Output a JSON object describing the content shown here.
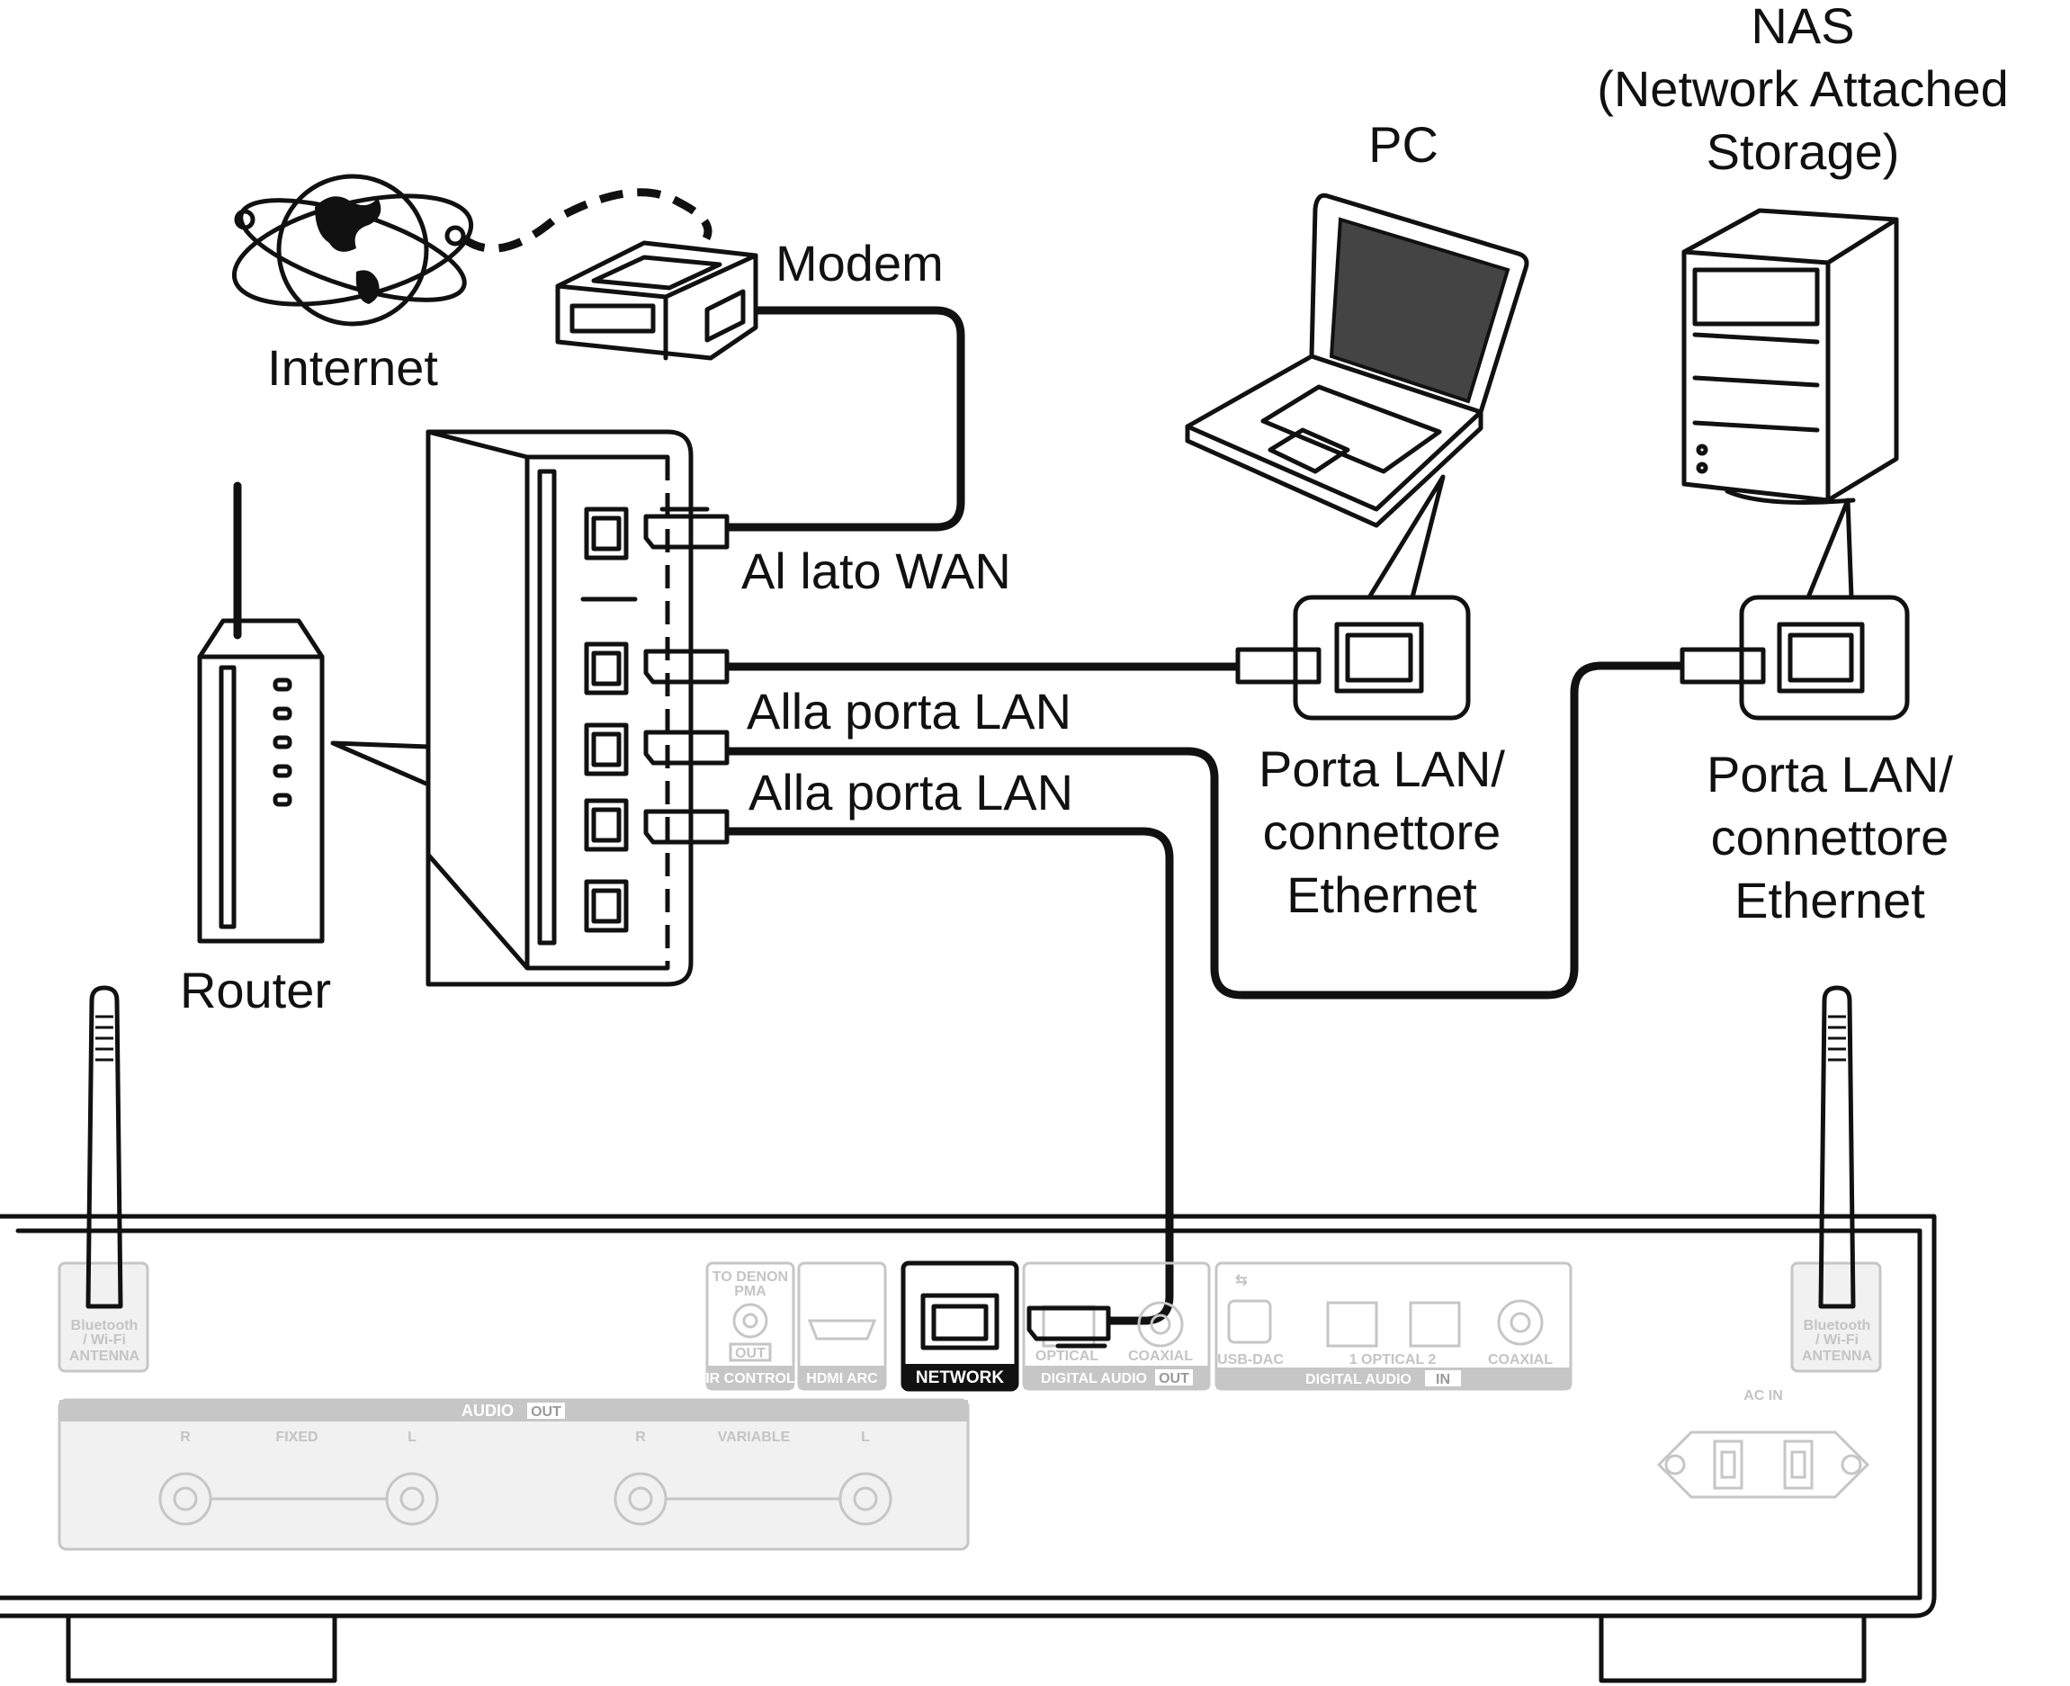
{
  "labels": {
    "internet": "Internet",
    "modem": "Modem",
    "router": "Router",
    "wan": "Al lato WAN",
    "lan1": "Alla porta LAN",
    "lan2": "Alla porta LAN",
    "pc": "PC",
    "nas": [
      "NAS",
      "(Network Attached",
      "Storage)"
    ],
    "pc_port": [
      "Porta LAN/",
      "connettore",
      "Ethernet"
    ],
    "nas_port": [
      "Porta LAN/",
      "connettore",
      "Ethernet"
    ]
  },
  "panel": {
    "antenna_left": [
      "Bluetooth",
      "/ Wi-Fi",
      "ANTENNA"
    ],
    "antenna_right": [
      "Bluetooth",
      "/ Wi-Fi",
      "ANTENNA"
    ],
    "ir_top": [
      "TO DENON",
      "PMA"
    ],
    "ir_out": "OUT",
    "ir_control": "IR CONTROL",
    "hdmi_arc": "HDMI ARC",
    "network": "NETWORK",
    "optical": "OPTICAL",
    "coaxial": "COAXIAL",
    "digital_audio_out": "DIGITAL AUDIO",
    "out_badge": "OUT",
    "usb_dac": "USB-DAC",
    "optical_in": "1  OPTICAL  2",
    "coaxial_in": "COAXIAL",
    "digital_audio_in": "DIGITAL AUDIO",
    "in_badge": "IN",
    "audio": "AUDIO",
    "audio_out_badge": "OUT",
    "fixed": "FIXED",
    "variable": "VARIABLE",
    "r": "R",
    "l": "L",
    "ac_in": "AC IN"
  },
  "colors": {
    "line": "#111111",
    "panel_grey": "#c6c6c6",
    "network_badge": "#111111"
  }
}
